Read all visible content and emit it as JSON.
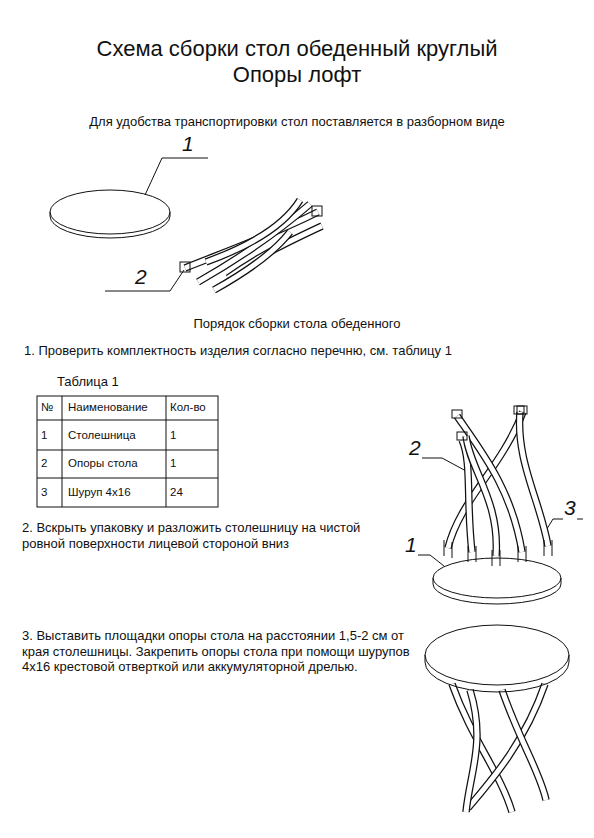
{
  "diagram": {
    "title": "Схема сборки стол обеденный круглый Опоры лофт",
    "labels": [
      "Для удобства транспортировки стол поставляется в разборном виде",
      "1",
      "2",
      "Порядок сборки стола обеденного",
      "1. Проверить комплектность изделия согласно перечню, см. таблицу 1",
      "Таблица 1",
      "№",
      "Наименование",
      "Кол-во",
      "1",
      "Столешница",
      "1",
      "2",
      "Опоры стола",
      "1",
      "3",
      "Шуруп 4х16",
      "24",
      "2",
      "3",
      "1",
      "2. Вскрыть упаковку и разложить столешницу на чистой ровной поверхности лицевой стороной вниз",
      "3. Выставить площадки опоры стола на расстоянии 1,5-2 см от края столешницы. Закрепить опоры стола при помощи шурупов 4х16 крестовой отверткой или аккумуляторной дрелью."
    ]
  }
}
